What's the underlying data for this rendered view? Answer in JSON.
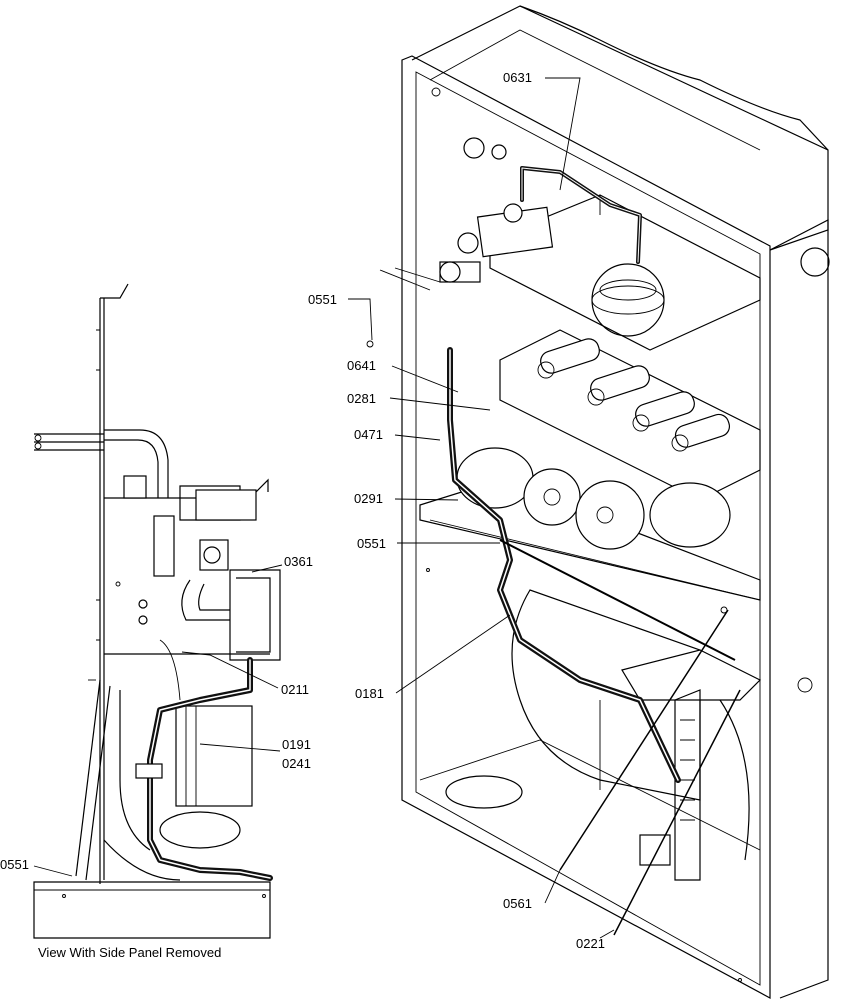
{
  "caption": "View With Side Panel Removed",
  "callouts": {
    "c0631": "0631",
    "c0551_top": "0551",
    "c0641": "0641",
    "c0281": "0281",
    "c0471": "0471",
    "c0291": "0291",
    "c0551_mid": "0551",
    "c0181": "0181",
    "c0561": "0561",
    "c0221": "0221",
    "c0361": "0361",
    "c0211": "0211",
    "c0191": "0191",
    "c0241": "0241",
    "c0551_side": "0551"
  }
}
